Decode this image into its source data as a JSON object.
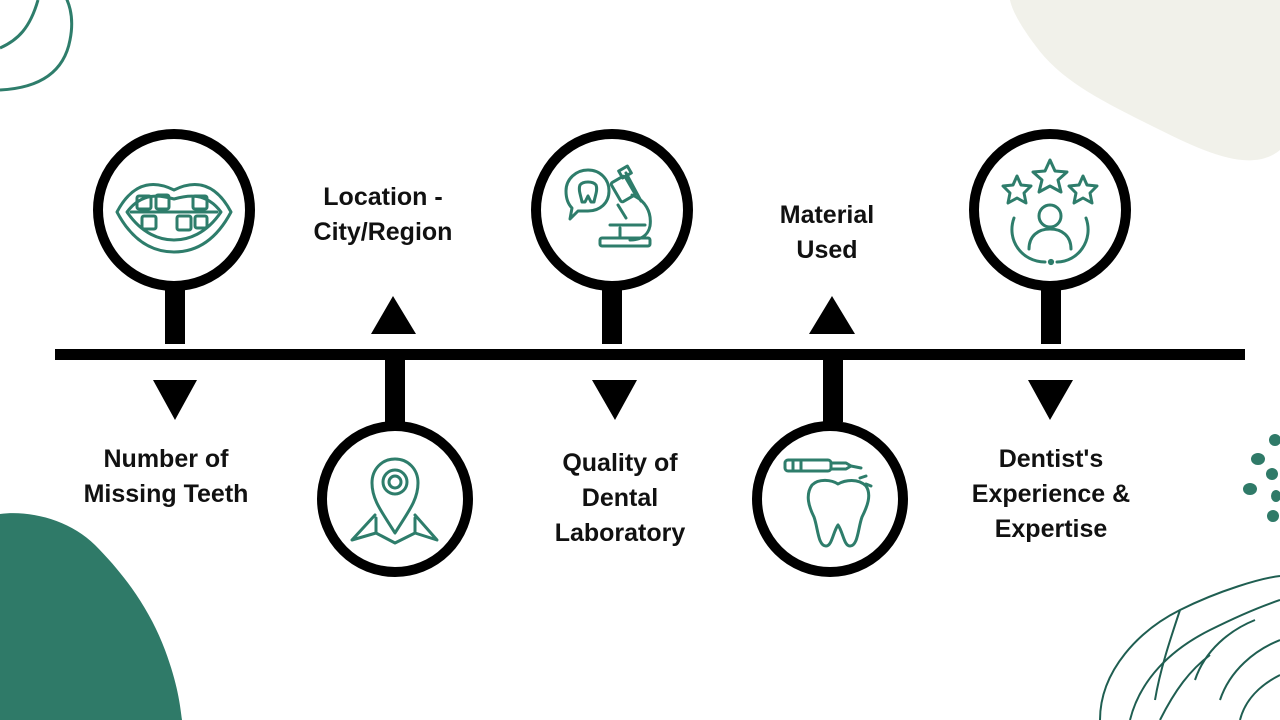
{
  "colors": {
    "accent": "#2e7d6b",
    "line": "#000000",
    "blob_light": "#f1f1ea",
    "blob_dark": "#2f7a68"
  },
  "timeline": {
    "steps": [
      {
        "label": "Number of\nMissing Teeth",
        "icon": "mouth-missing-teeth-icon",
        "position": "above"
      },
      {
        "label": "Location -\nCity/Region",
        "icon": "map-pin-icon",
        "position": "below"
      },
      {
        "label": "Quality of\nDental\nLaboratory",
        "icon": "microscope-tooth-icon",
        "position": "above"
      },
      {
        "label": "Material\nUsed",
        "icon": "tooth-drill-icon",
        "position": "below"
      },
      {
        "label": "Dentist's\nExperience &\nExpertise",
        "icon": "rated-person-icon",
        "position": "above"
      }
    ]
  }
}
